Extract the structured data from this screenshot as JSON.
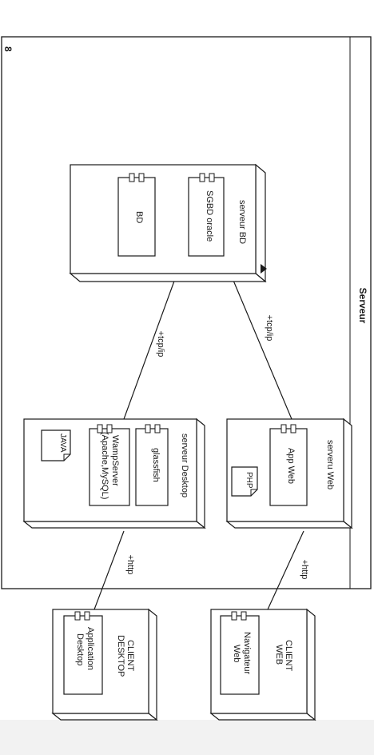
{
  "frame": {
    "label": "Serveur",
    "corner_mark": "8"
  },
  "nodes": {
    "serveur_bd": {
      "title": "serveur BD",
      "components": [
        {
          "label": "SGBD oracle"
        },
        {
          "label": "BD"
        }
      ]
    },
    "serveur_desktop": {
      "title": "serveur Desktop",
      "components": [
        {
          "label": "glassfish"
        },
        {
          "label_line1": "WampServer",
          "label_line2": "(Apache,MySQL)"
        }
      ],
      "artifact": "JAVA"
    },
    "serveur_web": {
      "title": "serveru Web",
      "components": [
        {
          "label": "App Web"
        }
      ],
      "artifact": "PHP"
    },
    "client_desktop": {
      "title_line1": "CLIENT",
      "title_line2": "DESKTOP",
      "components": [
        {
          "label_line1": "Application",
          "label_line2": "Desktop"
        }
      ]
    },
    "client_web": {
      "title_line1": "CLIENT",
      "title_line2": "WEB",
      "components": [
        {
          "label_line1": "Navigateur",
          "label_line2": "Web"
        }
      ]
    }
  },
  "connections": {
    "desktop_bd": "+tcp/ip",
    "web_bd": "+tcp/ip",
    "client_desktop": "+http",
    "client_web": "+http"
  },
  "colors": {
    "stroke": "#1a1a1a",
    "fill": "#ffffff",
    "page": "#f2f2f2"
  }
}
